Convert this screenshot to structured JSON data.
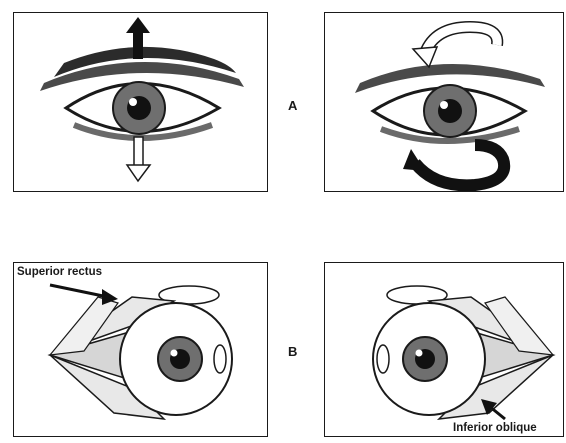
{
  "figure": {
    "row_a_label": "A",
    "row_b_label": "B",
    "callouts": {
      "superior_rectus": "Superior rectus",
      "inferior_oblique": "Inferior oblique"
    },
    "panels": [
      {
        "id": "a-left",
        "depicts": "eye with up arrow above and down arrow below"
      },
      {
        "id": "a-right",
        "depicts": "eye with curved rotation arrows above and below"
      },
      {
        "id": "b-left",
        "depicts": "eyeball with extraocular muscles, superior rectus indicated"
      },
      {
        "id": "b-right",
        "depicts": "eyeball with extraocular muscles, inferior oblique indicated"
      }
    ],
    "colors": {
      "ink": "#1a1a1a",
      "iris": "#6f6f6f",
      "shade": "#9a9a9a",
      "muscle": "#e8e8e8"
    }
  }
}
